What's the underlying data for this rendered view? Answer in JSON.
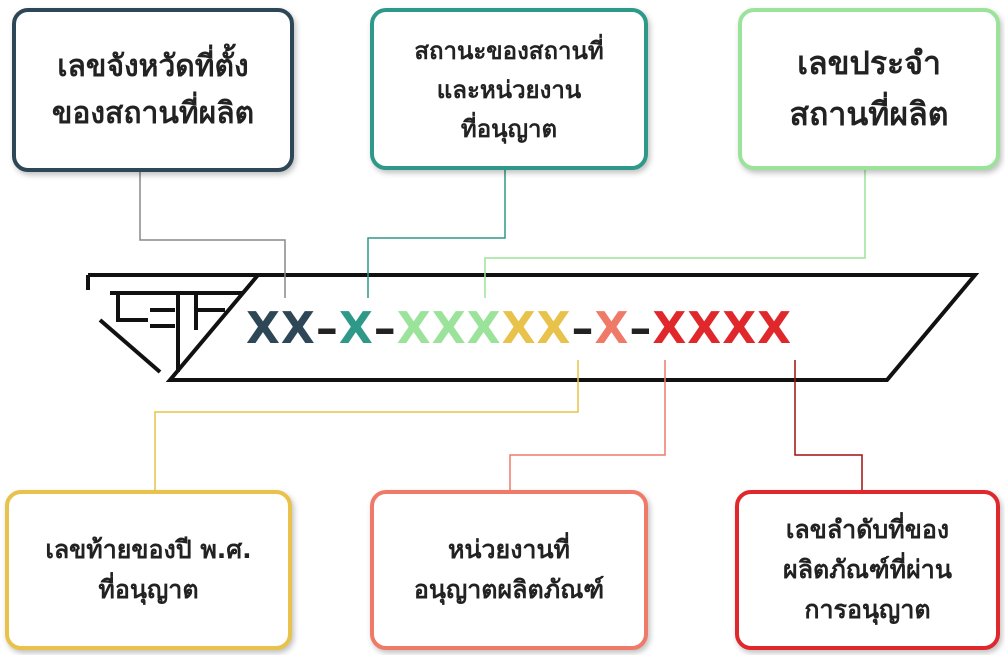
{
  "boxes": {
    "province": {
      "label": "เลขจังหวัดที่ตั้ง\nของสถานที่ผลิต",
      "color": "#2e4756"
    },
    "status": {
      "label": "สถานะของสถานที่\nและหน่วยงาน\nที่อนุญาต",
      "color": "#2e9988"
    },
    "facility": {
      "label": "เลขประจำ\nสถานที่ผลิต",
      "color": "#9be39b"
    },
    "year": {
      "label": "เลขท้ายของปี พ.ศ.\nที่อนุญาต",
      "color": "#e8c24a"
    },
    "agency": {
      "label": "หน่วยงานที่\nอนุญาตผลิตภัณฑ์",
      "color": "#ef7a68"
    },
    "sequence": {
      "label": "เลขลำดับที่ของ\nผลิตภัณฑ์ที่ผ่าน\nการอนุญาต",
      "color": "#e0282c"
    }
  },
  "code": {
    "province": {
      "text": "XX",
      "color": "#2e4756"
    },
    "dash1": {
      "text": "–",
      "color": "#222222"
    },
    "status": {
      "text": "X",
      "color": "#2e9988"
    },
    "dash2": {
      "text": "–",
      "color": "#222222"
    },
    "facility": {
      "text": "XXX",
      "color": "#9be39b"
    },
    "year": {
      "text": "XX",
      "color": "#e8c24a"
    },
    "dash3": {
      "text": "–",
      "color": "#222222"
    },
    "agency": {
      "text": "X",
      "color": "#ef7a68"
    },
    "dash4": {
      "text": "–",
      "color": "#222222"
    },
    "sequence": {
      "text": "XXXX",
      "color": "#e0282c"
    }
  }
}
